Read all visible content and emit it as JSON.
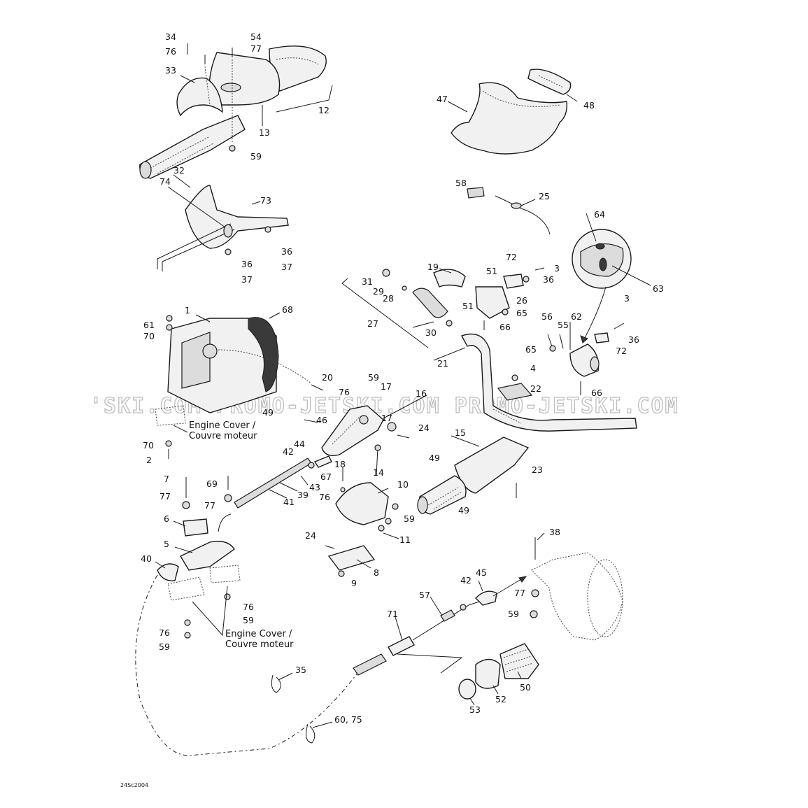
{
  "diagram": {
    "code": "24Sc2004",
    "watermark": "'SKI.COM  PROMO-JETSKI.COM  PROMO-JETSKI.COM",
    "notes": {
      "engine_cover_1": [
        "Engine Cover /",
        "Couvre moteur"
      ],
      "engine_cover_2": [
        "Engine Cover /",
        "Couvre moteur"
      ]
    },
    "callouts": [
      "34",
      "76",
      "33",
      "54",
      "77",
      "12",
      "13",
      "59",
      "47",
      "48",
      "32",
      "74",
      "73",
      "36",
      "36",
      "37",
      "37",
      "58",
      "25",
      "64",
      "63",
      "19",
      "51",
      "72",
      "3",
      "36",
      "31",
      "29",
      "28",
      "26",
      "65",
      "51",
      "66",
      "27",
      "30",
      "3",
      "56",
      "55",
      "62",
      "65",
      "36",
      "72",
      "1",
      "68",
      "61",
      "70",
      "20",
      "59",
      "76",
      "17",
      "16",
      "49",
      "46",
      "17",
      "24",
      "18",
      "14",
      "44",
      "42",
      "43",
      "39",
      "41",
      "67",
      "76",
      "10",
      "59",
      "11",
      "24",
      "8",
      "9",
      "4",
      "22",
      "66",
      "21",
      "70",
      "2",
      "15",
      "49",
      "23",
      "49",
      "7",
      "69",
      "77",
      "77",
      "6",
      "5",
      "40",
      "76",
      "59",
      "76",
      "59",
      "38",
      "45",
      "42",
      "57",
      "77",
      "59",
      "71",
      "35",
      "53",
      "52",
      "50",
      "60, 75"
    ]
  }
}
